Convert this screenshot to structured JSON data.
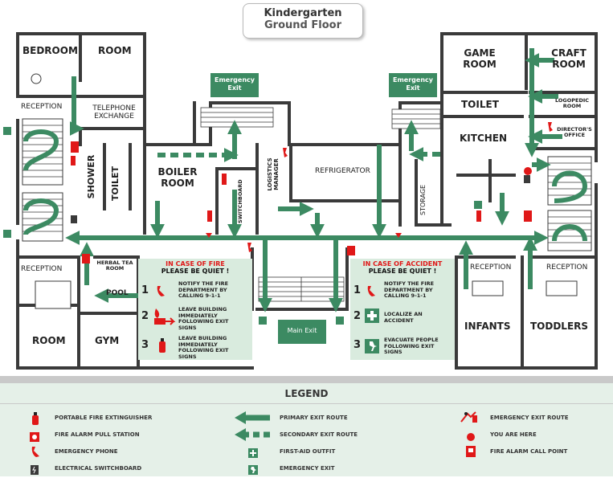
{
  "title": {
    "line1": "Kindergarten",
    "line2": "Ground Floor"
  },
  "rooms": {
    "bedroom": "BEDROOM",
    "room_top_left": "ROOM",
    "reception_top_left": "RECEPTION",
    "telephone_exchange": "TELEPHONE EXCHANGE",
    "shower": "SHOWER",
    "toilet_left": "TOILET",
    "boiler_room": "BOILER ROOM",
    "switchboard": "SWITCHBOARD",
    "logistics_manager": "LOGISTICS MANAGER",
    "refrigerator": "REFRIGERATOR",
    "storage": "STORAGE",
    "game_room": "GAME ROOM",
    "craft_room": "CRAFT ROOM",
    "toilet_right": "TOILET",
    "logopedic_room": "LOGOPEDIC ROOM",
    "kitchen": "KITCHEN",
    "directors_office": "DIRECTOR'S OFFICE",
    "reception_bottom_left": "RECEPTION",
    "herbal_tea_room": "HERBAL TEA ROOM",
    "pool": "POOL",
    "room_bottom_left": "ROOM",
    "gym": "GYM",
    "reception_mid_right": "RECEPTION",
    "reception_far_right": "RECEPTION",
    "infants": "INFANTS",
    "toddlers": "TODDLERS"
  },
  "exits": {
    "left": "Emergency Exit",
    "right": "Emergency Exit",
    "main": "Main Exit"
  },
  "fire_panel": {
    "heading": "IN CASE OF FIRE",
    "subheading": "PLEASE BE QUIET !",
    "steps": [
      {
        "n": "1",
        "text": "NOTIFY THE FIRE DEPARTMENT BY CALLING 9-1-1"
      },
      {
        "n": "2",
        "text": "LEAVE BUILDING IMMEDIATELY FOLLOWING EXIT SIGNS"
      },
      {
        "n": "3",
        "text": "LEAVE BUILDING IMMEDIATELY FOLLOWING EXIT SIGNS"
      }
    ]
  },
  "accident_panel": {
    "heading": "IN CASE OF ACCIDENT",
    "subheading": "PLEASE BE QUIET !",
    "steps": [
      {
        "n": "1",
        "text": "NOTIFY THE FIRE DEPARTMENT BY CALLING 9-1-1"
      },
      {
        "n": "2",
        "text": "LOCALIZE AN ACCIDENT"
      },
      {
        "n": "3",
        "text": "EVACUATE PEOPLE FOLLOWING EXIT SIGNS"
      }
    ]
  },
  "legend": {
    "title": "LEGEND",
    "items": {
      "extinguisher": "PORTABLE FIRE EXTINGUISHER",
      "pull_station": "FIRE ALARM PULL STATION",
      "phone": "EMERGENCY PHONE",
      "switchboard": "ELECTRICAL SWITCHBOARD",
      "primary": "PRIMARY EXIT ROUTE",
      "secondary": "SECONDARY EXIT ROUTE",
      "first_aid": "FIRST-AID OUTFIT",
      "emergency_exit": "EMERGENCY EXIT",
      "exit_route": "EMERGENCY EXIT ROUTE",
      "you_are_here": "YOU ARE HERE",
      "call_point": "FIRE ALARM CALL POINT"
    }
  },
  "colors": {
    "wall": "#3a3a3a",
    "route": "#3c8a62",
    "alarm": "#e01818",
    "panel": "#d9ebde",
    "legend_bg": "#e5f0e8"
  }
}
